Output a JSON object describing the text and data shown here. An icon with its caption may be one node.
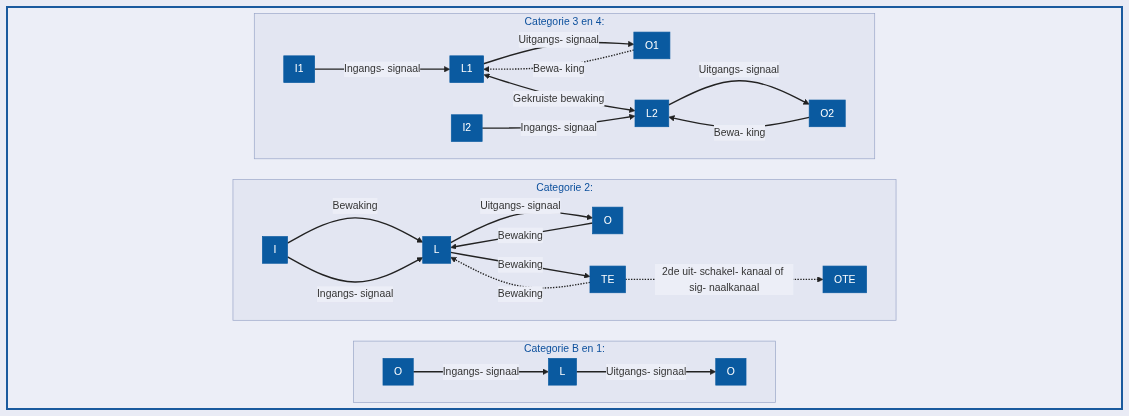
{
  "diagram": {
    "nodes": [
      {
        "text": [
          "Categorie B en 1:"
        ]
      },
      {
        "text": [
          "O"
        ],
        "in": 0
      },
      {
        "text": [
          "L"
        ],
        "in": 0
      },
      {
        "text": [
          "O"
        ],
        "in": 0
      },
      {
        "text": [
          "Categorie 2:"
        ]
      },
      {
        "text": [
          "I"
        ],
        "in": 4
      },
      {
        "text": [
          "L"
        ],
        "in": 4
      },
      {
        "text": [
          "O"
        ],
        "in": 4
      },
      {
        "text": [
          "TE"
        ],
        "in": 4
      },
      {
        "text": [
          "OTE"
        ],
        "in": 4
      },
      {
        "text": [
          "Categorie 3 en 4:"
        ]
      },
      {
        "text": [
          "I1"
        ],
        "in": 10
      },
      {
        "text": [
          "L1"
        ],
        "in": 10
      },
      {
        "text": [
          "O1"
        ],
        "in": 10
      },
      {
        "text": [
          "I2"
        ],
        "in": 10
      },
      {
        "text": [
          "L2"
        ],
        "in": 10
      },
      {
        "text": [
          "O2"
        ],
        "in": 10
      }
    ],
    "edges": [
      {
        "from": 1,
        "to": 2,
        "arrow": "to",
        "label": "Ingangs- signaal"
      },
      {
        "from": 2,
        "to": 3,
        "arrow": "to",
        "label": "Uitgangs- signaal"
      },
      {
        "from": 5,
        "to": 6,
        "arrow": "to",
        "label": "Bewaking"
      },
      {
        "from": 5,
        "to": 6,
        "arrow": "to",
        "label": "Ingangs- signaal"
      },
      {
        "from": 7,
        "to": 6,
        "arrow": "to",
        "label": "Bewaking"
      },
      {
        "from": 6,
        "to": 7,
        "arrow": "to",
        "label": "Uitgangs- signaal"
      },
      {
        "from": 6,
        "to": 8,
        "arrow": "to",
        "label": "Bewaking"
      },
      {
        "from": 8,
        "to": 6,
        "arrow": "to",
        "label": "Bewaking",
        "style": "dashed"
      },
      {
        "from": 8,
        "to": 9,
        "arrow": "to",
        "label": "2de uit- schakel- kanaal of sig- naalkanaal",
        "style": "dashed"
      },
      {
        "from": 11,
        "to": 12,
        "arrow": "to",
        "label": "Ingangs- signaal"
      },
      {
        "from": 13,
        "to": 12,
        "arrow": "to",
        "label": "Bewa- king",
        "style": "dashed"
      },
      {
        "from": 12,
        "to": 13,
        "arrow": "to",
        "label": "Uitgangs- signaal"
      },
      {
        "from": 12,
        "to": 15,
        "arrow": "both",
        "label": "Gekruiste bewaking"
      },
      {
        "from": 14,
        "to": 15,
        "arrow": "to",
        "label": "Ingangs- signaal"
      },
      {
        "from": 16,
        "to": 15,
        "arrow": "to",
        "label": "Bewa- king"
      },
      {
        "from": 15,
        "to": 16,
        "arrow": "to",
        "label": "Uitgangs- signaal"
      }
    ]
  }
}
